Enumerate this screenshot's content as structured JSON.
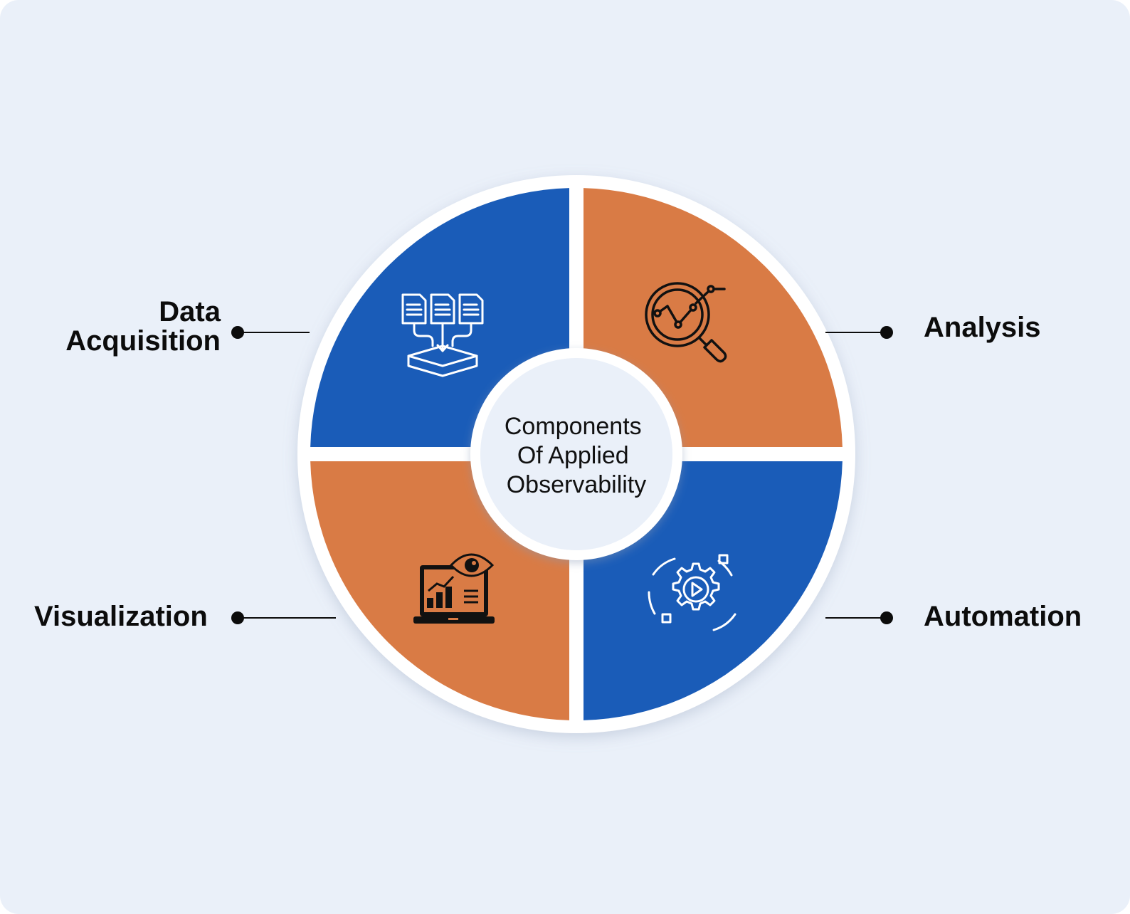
{
  "center_title": [
    "Components",
    "Of Applied",
    "Observability"
  ],
  "components": [
    {
      "key": "data-acquisition",
      "lines": [
        "Data",
        "Acquisition"
      ],
      "color": "#1a5cb8",
      "icon": "data-collection-icon"
    },
    {
      "key": "analysis",
      "lines": [
        "Analysis"
      ],
      "color": "#d97b45",
      "icon": "magnifier-chart-icon"
    },
    {
      "key": "visualization",
      "lines": [
        "Visualization"
      ],
      "color": "#d97b45",
      "icon": "laptop-chart-eye-icon"
    },
    {
      "key": "automation",
      "lines": [
        "Automation"
      ],
      "color": "#1a5cb8",
      "icon": "gear-play-icon"
    }
  ],
  "colors": {
    "background": "#eaf0f9",
    "blue": "#1a5cb8",
    "orange": "#d97b45",
    "ring": "#ffffff",
    "connector": "#0c0c0c"
  }
}
